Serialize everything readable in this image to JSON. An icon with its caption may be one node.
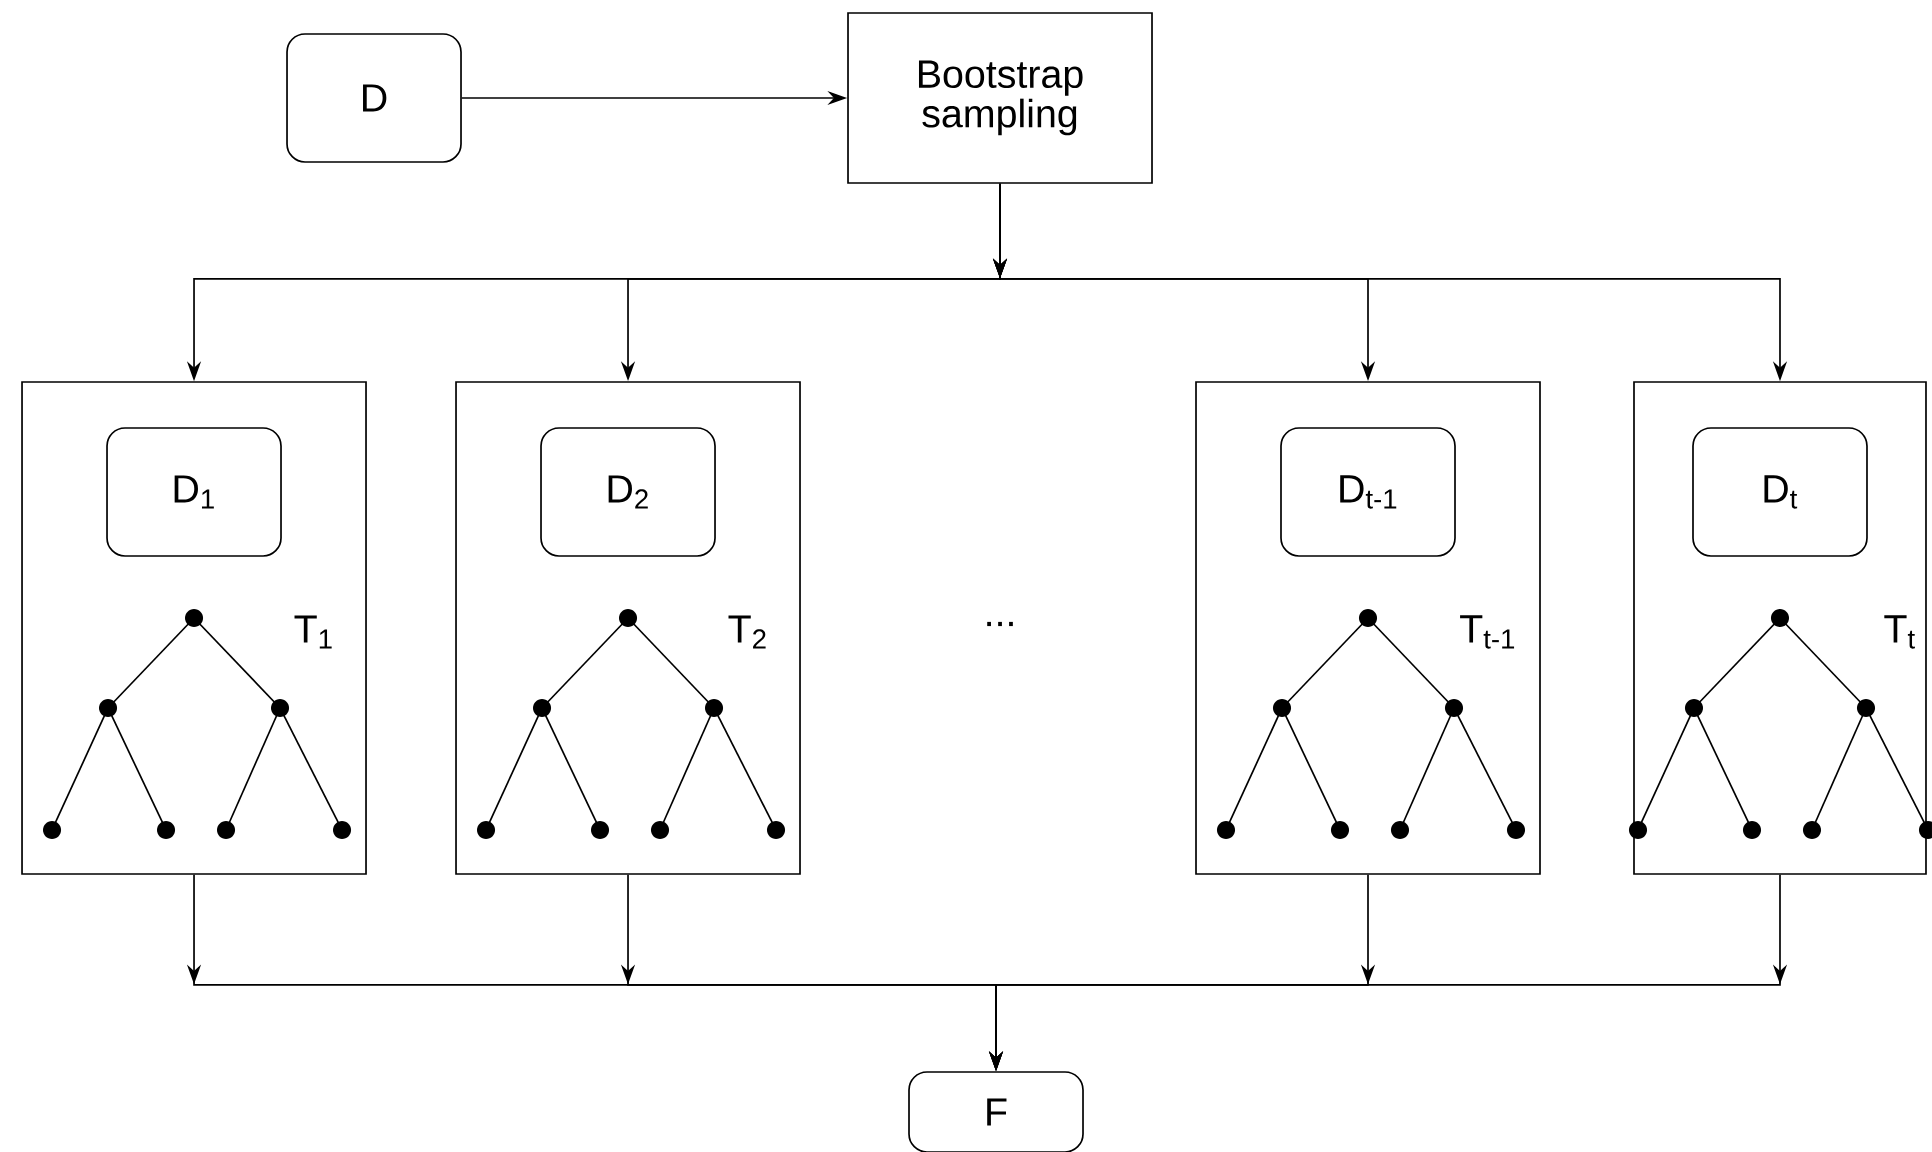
{
  "diagram": {
    "nodes": [
      {
        "text": [
          "D"
        ]
      },
      {
        "text": [
          "Bootstrap sampling"
        ]
      },
      {
        "text": [
          "T$_{1}$"
        ]
      },
      {
        "text": [
          "D$_{1}$"
        ],
        "in": 2
      },
      {
        "text": [
          "T$_{2}$"
        ]
      },
      {
        "text": [
          "D$_{2}$"
        ],
        "in": 4
      },
      {
        "text": [
          "T$_{t-1}$"
        ]
      },
      {
        "text": [
          "D$_{t-1}$"
        ],
        "in": 6
      },
      {
        "text": [
          "T$_{t}$"
        ]
      },
      {
        "text": [
          "D$_{t}$"
        ],
        "in": 8
      },
      {
        "text": [
          "F"
        ]
      }
    ],
    "edges": [
      {
        "from": 0,
        "to": 1,
        "arrow": "to"
      },
      {
        "from": 1,
        "to": 2,
        "arrow": "to"
      },
      {
        "from": 1,
        "to": 4,
        "arrow": "to"
      },
      {
        "from": 1,
        "to": 6,
        "arrow": "to"
      },
      {
        "from": 1,
        "to": 8,
        "arrow": "to"
      },
      {
        "from": 2,
        "to": 10,
        "arrow": "to"
      },
      {
        "from": 4,
        "to": 10,
        "arrow": "to"
      },
      {
        "from": 6,
        "to": 10,
        "arrow": "to"
      },
      {
        "from": 8,
        "to": 10,
        "arrow": "to"
      }
    ],
    "labels": [
      "..."
    ]
  }
}
